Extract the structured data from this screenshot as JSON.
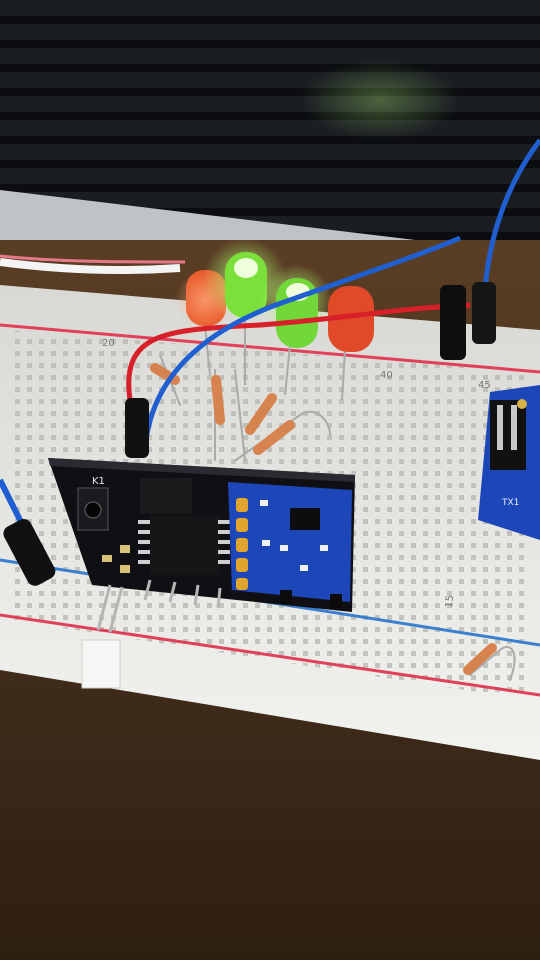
{
  "photo": {
    "kind": "breadboard-electronics-photo",
    "breadboard": {
      "row_numbers": [
        "20",
        "40",
        "45",
        "15"
      ]
    },
    "module": {
      "silk_label": "K1"
    },
    "right_board": {
      "silk_label": "TX1"
    },
    "colors": {
      "table": "#3d2a1a",
      "breadboard": "#e9e9e6",
      "rail_red": "#e0405a",
      "rail_blue": "#3a7fd0",
      "led_red": "#e8582a",
      "led_green": "#7be03a",
      "wire_red": "#d8202a",
      "wire_blue": "#1f5fd0",
      "pcb_black": "#101014",
      "pcb_blue": "#1d46b8",
      "resistor": "#d6834f"
    }
  }
}
